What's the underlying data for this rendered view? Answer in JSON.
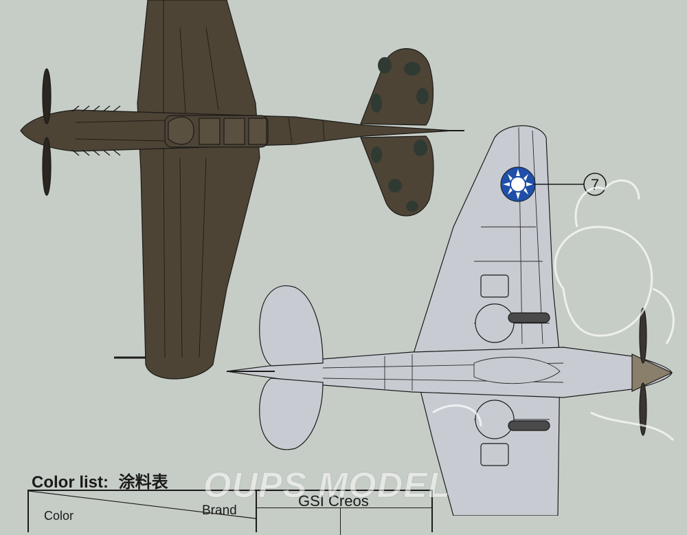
{
  "callout": {
    "number": "7"
  },
  "color_list": {
    "title": "Color list:",
    "title_cjk": "涂料表",
    "header_brand": "Brand",
    "header_color": "Color",
    "brand_name": "GSI Creos"
  },
  "watermark": {
    "text": "OUPS MODEL"
  },
  "colors": {
    "background": "#c6cdc6",
    "top_camo": "#4e4435",
    "camo_patch": "#2f3a33",
    "underside": "#c8ccd2",
    "roundel_blue": "#1f4fa8",
    "line": "#1a1a1a"
  }
}
